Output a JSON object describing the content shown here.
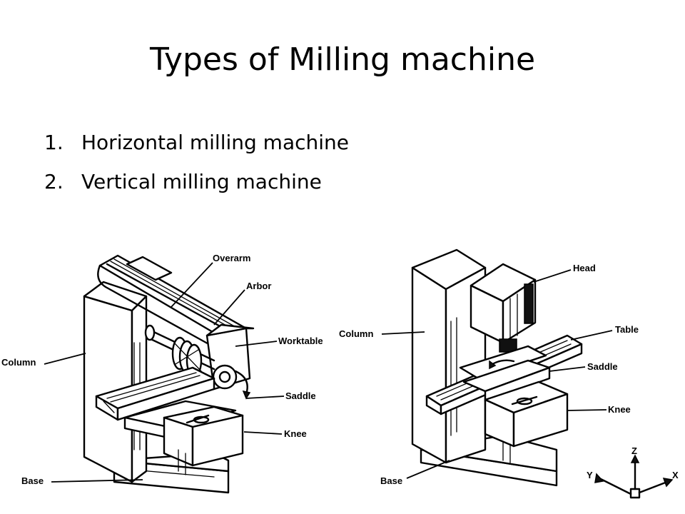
{
  "slide": {
    "title": "Types of Milling machine",
    "items": [
      {
        "num": "1.",
        "text": "Horizontal milling machine"
      },
      {
        "num": "2.",
        "text": "Vertical milling machine"
      }
    ]
  },
  "horizontal_machine": {
    "labels": {
      "overarm": "Overarm",
      "arbor": "Arbor",
      "worktable": "Worktable",
      "column": "Column",
      "saddle": "Saddle",
      "knee": "Knee",
      "base": "Base"
    }
  },
  "vertical_machine": {
    "labels": {
      "head": "Head",
      "table": "Table",
      "column": "Column",
      "saddle": "Saddle",
      "knee": "Knee",
      "base": "Base"
    },
    "axes": {
      "z": "Z",
      "y": "Y",
      "x": "X"
    }
  }
}
